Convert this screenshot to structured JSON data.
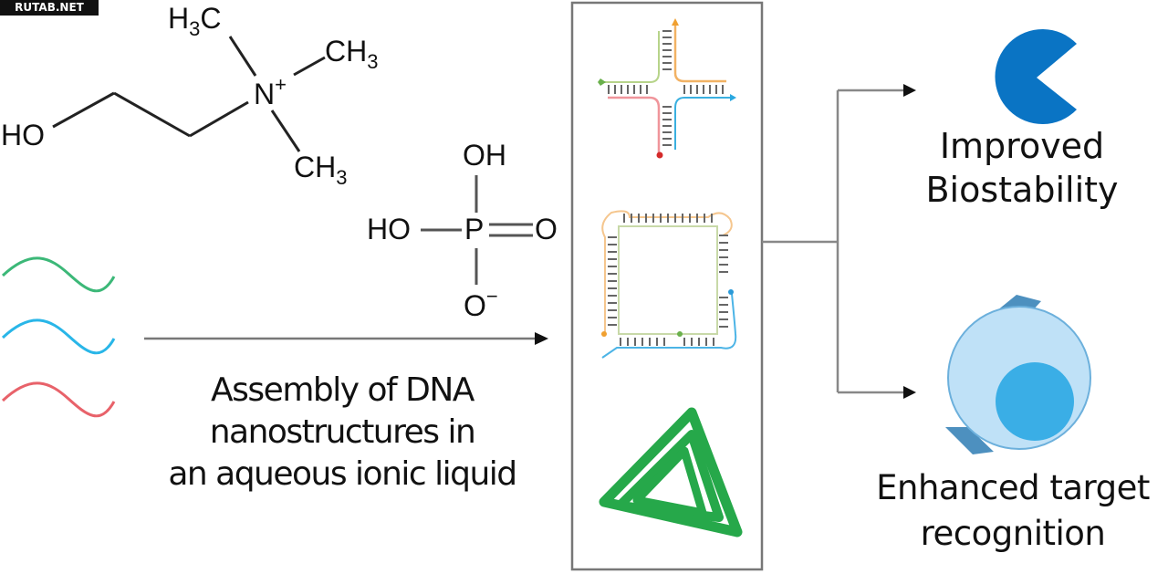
{
  "watermark": "RUTAB.NET",
  "choline": {
    "ho": "HO",
    "n": "N",
    "plus": "+",
    "ch3_top": {
      "c": "H",
      "sub": "3",
      "tail": "C"
    },
    "ch3_right": {
      "c": "CH",
      "sub": "3"
    },
    "ch3_bottom": {
      "c": "CH",
      "sub": "3"
    }
  },
  "phosphate": {
    "oh_top": "OH",
    "ho_left": "HO",
    "p": "P",
    "o_right": "O",
    "o_bottom": "O",
    "minus": "−"
  },
  "strands": [
    {
      "name": "green",
      "color": "#3cb878"
    },
    {
      "name": "blue",
      "color": "#29b6e8"
    },
    {
      "name": "red",
      "color": "#e8626a"
    }
  ],
  "assembly_label": [
    "Assembly of DNA",
    "nanostructures in",
    "an aqueous ionic liquid"
  ],
  "nanostructures": [
    "four-way-junction",
    "dna-square-tile",
    "dna-tetrahedron"
  ],
  "outcomes": [
    {
      "icon": "pacman-icon",
      "lines": [
        "Improved",
        "Biostability"
      ],
      "color": "#0a74c4"
    },
    {
      "icon": "cell-target-icon",
      "lines": [
        "Enhanced target",
        "recognition"
      ],
      "color": "#b9def5"
    }
  ]
}
